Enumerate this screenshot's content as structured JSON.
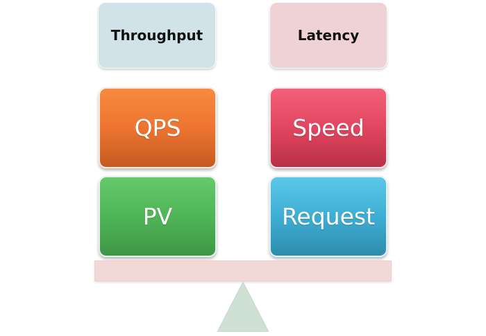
{
  "headers": {
    "left": "Throughput",
    "right": "Latency"
  },
  "blocks": {
    "left_top": "QPS",
    "left_bottom": "PV",
    "right_top": "Speed",
    "right_bottom": "Request"
  },
  "colors": {
    "throughput_header": "#d2e2e9",
    "latency_header": "#efd2d6",
    "qps": "#ee7530",
    "pv": "#4fb558",
    "speed": "#e2455f",
    "request": "#3eaed4",
    "beam": "#f2d8d6",
    "fulcrum": "#cfe0d4"
  }
}
